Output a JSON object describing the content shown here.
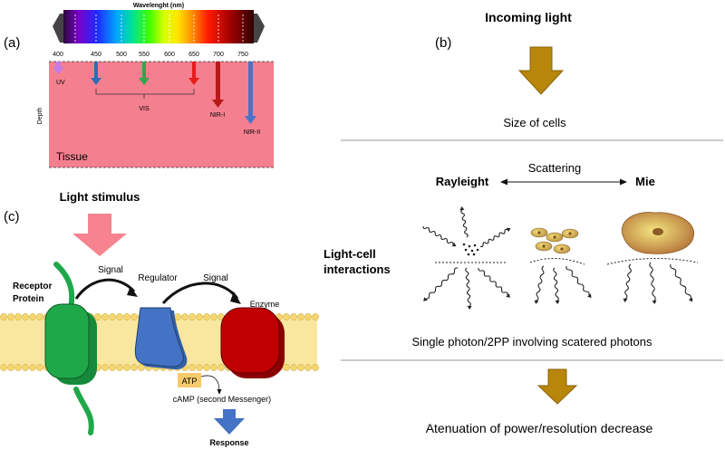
{
  "panel_a": {
    "label": "(a)",
    "spectrum_title": "Wavelenght (nm)",
    "ticks": [
      "400",
      "450",
      "500",
      "550",
      "600",
      "650",
      "700",
      "750"
    ],
    "depth_label": "Depth",
    "tissue_label": "Tissue",
    "uv_label": "UV",
    "vis_label": "VIS",
    "nir1_label": "NIR-I",
    "nir2_label": "NIR-II",
    "colors": {
      "tissue": "#f47f8f",
      "uv": "#c77be6",
      "blue": "#2e6db8",
      "green": "#2ea84a",
      "red": "#e81c1c",
      "darkred": "#b8181a",
      "nir2": "#4a72c8"
    }
  },
  "panel_b": {
    "label": "(b)",
    "incoming": "Incoming light",
    "size_of_cells": "Size of cells",
    "scattering": "Scattering",
    "rayleigh": "Rayleight",
    "mie": "Mie",
    "interactions_line1": "Light-cell",
    "interactions_line2": "interactions",
    "single_photon": "Single photon/2PP involving scatered photons",
    "attenuation": "Atenuation of power/resolution decrease",
    "colors": {
      "arrow": "#b8860b",
      "divider": "#999999"
    }
  },
  "panel_c": {
    "label": "(c)",
    "light_stimulus": "Light stimulus",
    "receptor_line1": "Receptor",
    "receptor_line2": "Protein",
    "signal1": "Signal",
    "regulator": "Regulator",
    "signal2": "Signal",
    "enzyme": "Enzyme",
    "atp": "ATP",
    "camp": "cAMP (second Messenger)",
    "response": "Response",
    "colors": {
      "stimulus": "#f7838f",
      "receptor": "#1fa84a",
      "regulator": "#4472c4",
      "enzyme": "#c00000",
      "membrane": "#f9e79f",
      "atp": "#f7c96b",
      "response": "#4472c4"
    }
  }
}
